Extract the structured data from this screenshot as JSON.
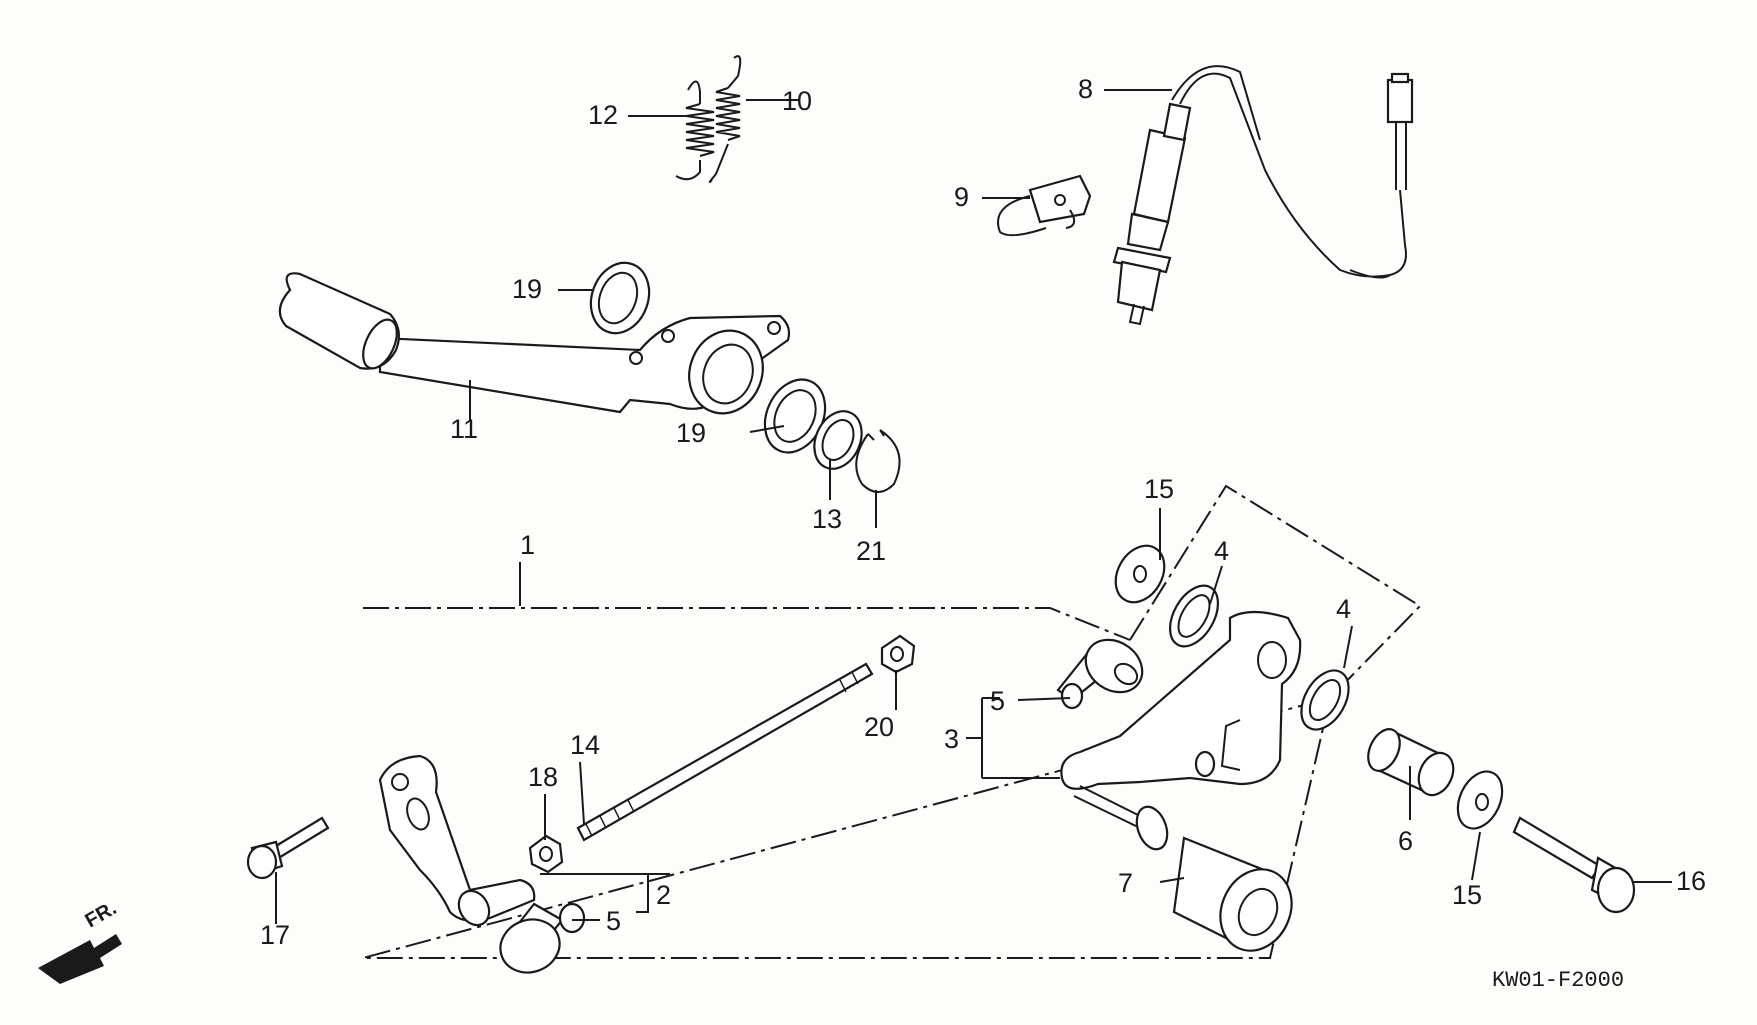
{
  "diagram": {
    "labels": {
      "l1": "1",
      "l2": "2",
      "l3": "3",
      "l4a": "4",
      "l4b": "4",
      "l5a": "5",
      "l5b": "5",
      "l6": "6",
      "l7": "7",
      "l8": "8",
      "l9": "9",
      "l10": "10",
      "l11": "11",
      "l12": "12",
      "l13": "13",
      "l14": "14",
      "l15a": "15",
      "l15b": "15",
      "l16": "16",
      "l17": "17",
      "l18": "18",
      "l19a": "19",
      "l19b": "19",
      "l20": "20",
      "l21": "21"
    },
    "direction_label": "FR.",
    "drawing_code": "KW01-F2000"
  }
}
